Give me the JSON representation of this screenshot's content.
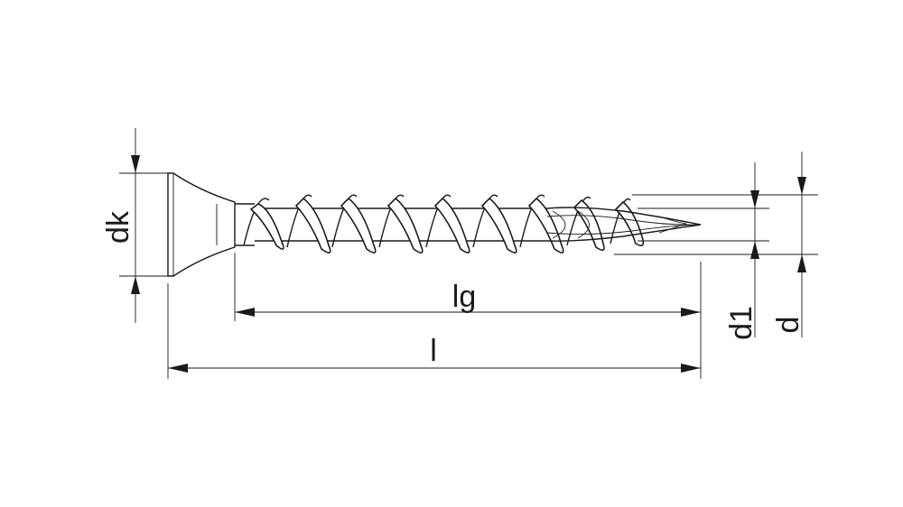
{
  "drawing": {
    "colors": {
      "line": "#1a1a1a",
      "background": "#ffffff"
    },
    "dimensions": {
      "head_diameter": "dk",
      "thread_length": "lg",
      "total_length": "l",
      "core_diameter": "d1",
      "thread_diameter": "d"
    }
  }
}
